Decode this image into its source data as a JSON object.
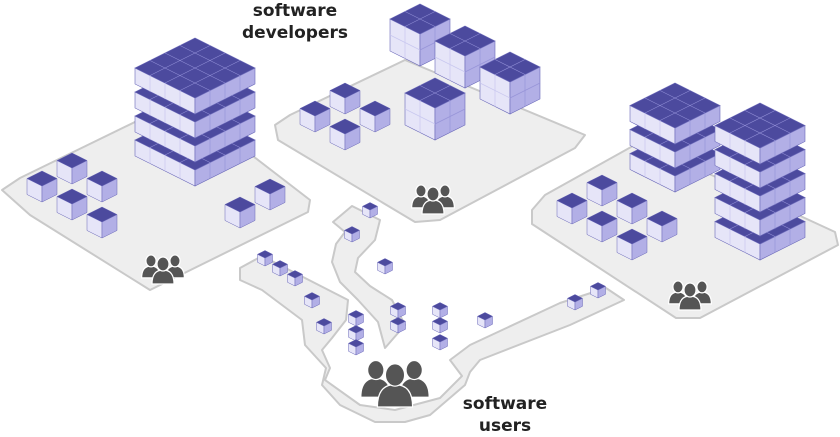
{
  "labels": {
    "developers_line1": "software",
    "developers_line2": "developers",
    "users_line1": "software",
    "users_line2": "users"
  },
  "colors": {
    "cube_top": "#4c4a9e",
    "cube_left": "#e6e5f8",
    "cube_right": "#b2afe6",
    "platform": "#eeeeee",
    "platform_stroke": "#c9c9c9",
    "people_icon": "#555555"
  },
  "icons": [
    "people-group-icon",
    "cube-icon"
  ]
}
